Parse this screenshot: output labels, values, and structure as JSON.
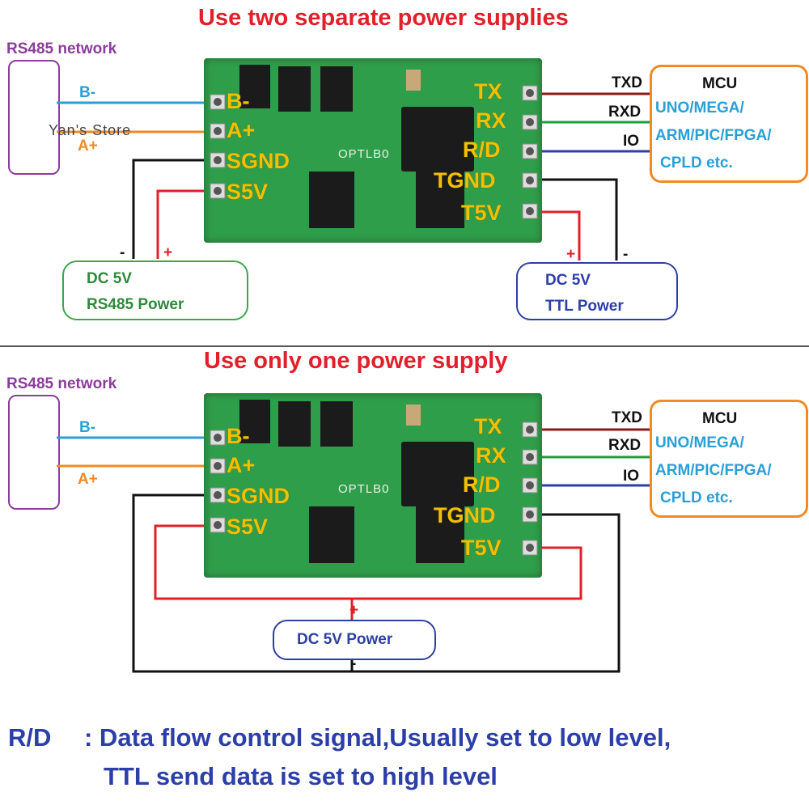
{
  "top": {
    "title": "Use two separate power supplies",
    "rs485_label": "RS485 network",
    "b_minus": "B-",
    "a_plus": "A+",
    "watermark_text": "Yan's Store",
    "pins_left": [
      "B-",
      "A+",
      "SGND",
      "S5V"
    ],
    "pins_right": [
      "TX",
      "RX",
      "R/D",
      "TGND",
      "T5V"
    ],
    "board_silk": "OPTLB0",
    "signals": [
      "TXD",
      "RXD",
      "IO"
    ],
    "mcu": [
      "MCU",
      "UNO/MEGA/",
      "ARM/PIC/FPGA/",
      "CPLD etc."
    ],
    "rs485_power": {
      "minus": "-",
      "plus": "+",
      "line1": "DC 5V",
      "line2": "RS485 Power"
    },
    "ttl_power": {
      "plus": "+",
      "minus": "-",
      "line1": "DC 5V",
      "line2": "TTL Power"
    }
  },
  "bottom": {
    "title": "Use only one power supply",
    "rs485_label": "RS485 network",
    "b_minus": "B-",
    "a_plus": "A+",
    "pins_left": [
      "B-",
      "A+",
      "SGND",
      "S5V"
    ],
    "pins_right": [
      "TX",
      "RX",
      "R/D",
      "TGND",
      "T5V"
    ],
    "board_silk": "OPTLB0",
    "signals": [
      "TXD",
      "RXD",
      "IO"
    ],
    "mcu": [
      "MCU",
      "UNO/MEGA/",
      "ARM/PIC/FPGA/",
      "CPLD etc."
    ],
    "power": {
      "label": "DC 5V Power",
      "plus": "+",
      "minus": "-"
    }
  },
  "note": {
    "key": "R/D",
    "line1": ": Data flow control signal,Usually set to low level,",
    "line2": "TTL send data is set to high level"
  },
  "colors": {
    "title": "#e0202a",
    "rs485": "#8a3d9a",
    "b_wire": "#2a9fd6",
    "a_wire": "#f08a24",
    "tx_wire": "#8b1a1a",
    "rx_wire": "#1e9e3a",
    "io_wire": "#2c3fa8",
    "power_red": "#e0202a",
    "ground": "#111111",
    "board_green": "#2f9e4a",
    "pin_label": "#f2c000",
    "rs485_power_box": "#3aa84a",
    "ttl_power_box": "#2c3fa8",
    "note_text": "#2c3fa8"
  }
}
